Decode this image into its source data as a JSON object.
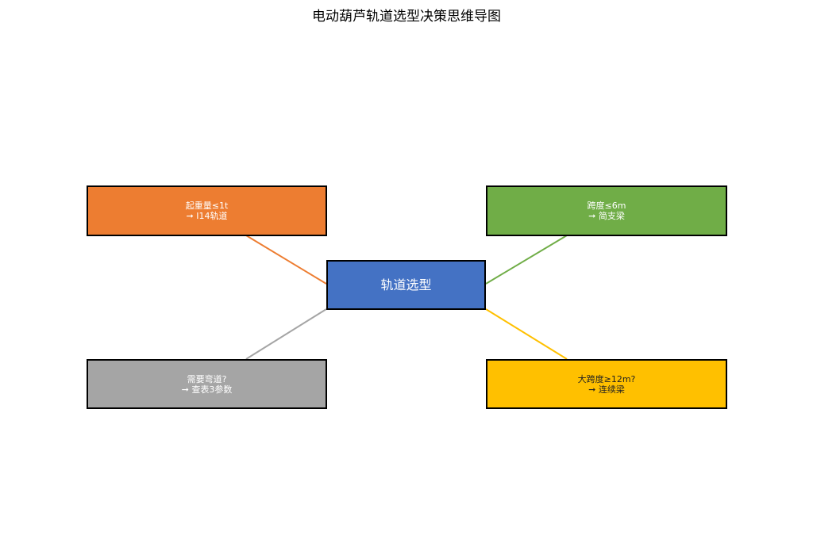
{
  "diagram": {
    "title": "电动葫芦轨道选型决策思维导图",
    "center": {
      "label": "轨道选型",
      "color": "#4472c4"
    },
    "branches": [
      {
        "id": "tl",
        "line1": "起重量≤1t",
        "line2": "➞ I14轨道",
        "color": "#ed7d31"
      },
      {
        "id": "tr",
        "line1": "跨度≤6m",
        "line2": "➞ 简支梁",
        "color": "#70ad47"
      },
      {
        "id": "bl",
        "line1": "需要弯道?",
        "line2": "➞ 查表3参数",
        "color": "#a5a5a5"
      },
      {
        "id": "br",
        "line1": "大跨度≥12m?",
        "line2": "➞ 连续梁",
        "color": "#ffc000"
      }
    ]
  }
}
